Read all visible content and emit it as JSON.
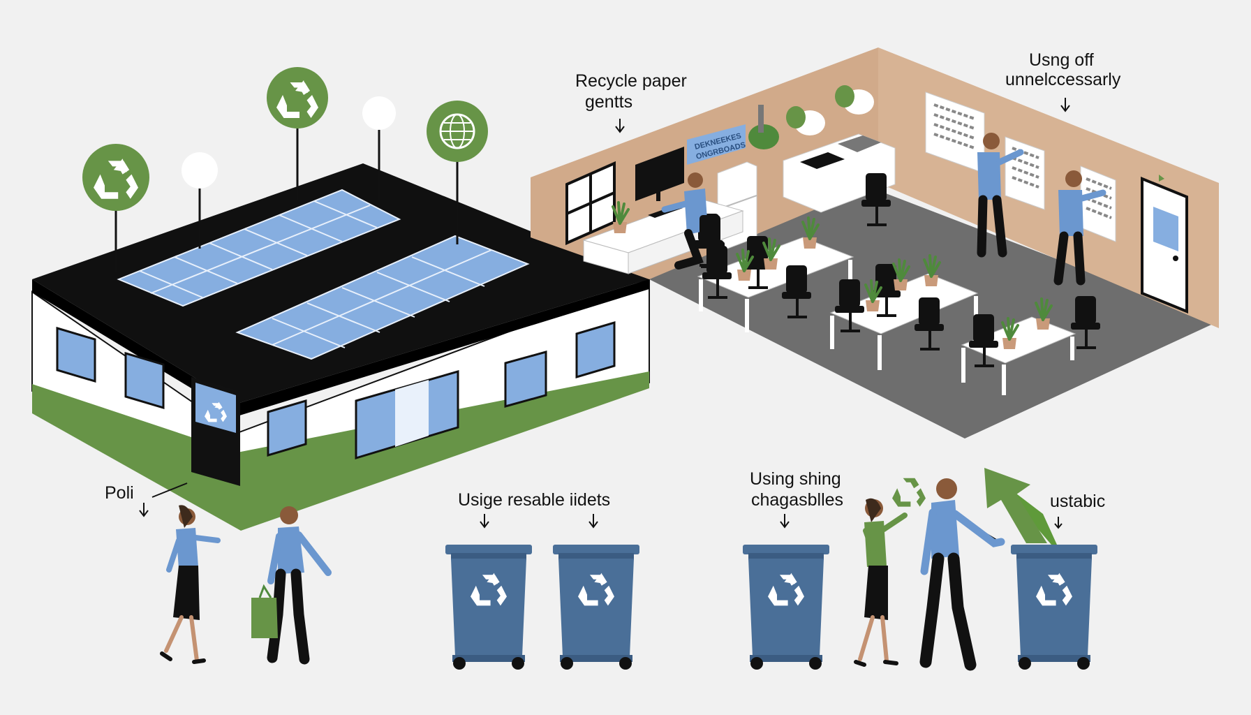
{
  "labels": {
    "recycle_paper_line1": "Recycle paper",
    "recycle_paper_line2": "gentts",
    "using_off_line1": "Usng off",
    "using_off_line2": "unnelccessarly",
    "poli": "Poli",
    "usige": "Usige resable iidets",
    "using_shing_line1": "Using shing",
    "using_shing_line2": "chagasblles",
    "ustabic": "ustabic"
  },
  "wall_sign": {
    "line1": "DEKNEEKES",
    "line2": "ONGRBOADS"
  },
  "icons": {
    "recycle": "recycle-icon",
    "globe": "globe-icon",
    "arrow": "arrow-down-icon"
  },
  "colors": {
    "accent_green": "#679447",
    "bin_blue": "#4a6f98",
    "shirt_blue": "#6b97cf",
    "wall_tan": "#d1aa8a",
    "floor_gray": "#6e6e6e",
    "window_blue": "#86aee0",
    "roof_black": "#101010"
  }
}
